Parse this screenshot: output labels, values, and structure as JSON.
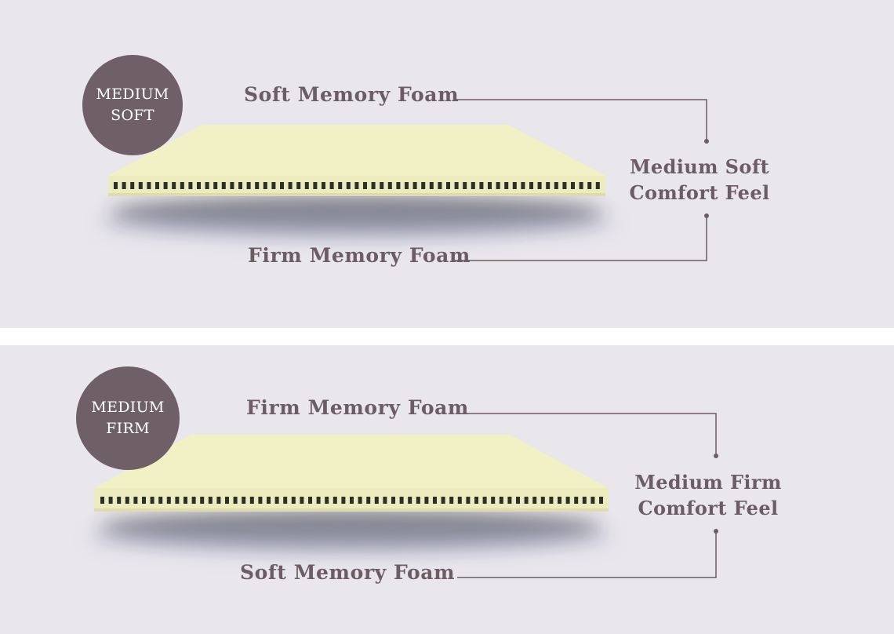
{
  "sections": [
    {
      "badge": {
        "line1": "MEDIUM",
        "line2": "SOFT"
      },
      "top_layer_label": "Soft Memory Foam",
      "bottom_layer_label": "Firm Memory Foam",
      "feel": {
        "line1": "Medium Soft",
        "line2": "Comfort Feel"
      }
    },
    {
      "badge": {
        "line1": "MEDIUM",
        "line2": "FIRM"
      },
      "top_layer_label": "Firm Memory Foam",
      "bottom_layer_label": "Soft Memory Foam",
      "feel": {
        "line1": "Medium Firm",
        "line2": "Comfort Feel"
      }
    }
  ],
  "colors": {
    "panel_bg": "#e9e6ec",
    "badge_bg": "#6e6066",
    "label_text": "#6b5d63",
    "foam_top": "#f1f0c4",
    "foam_side": "#eae9bb",
    "leader_line": "#6b5d63"
  }
}
